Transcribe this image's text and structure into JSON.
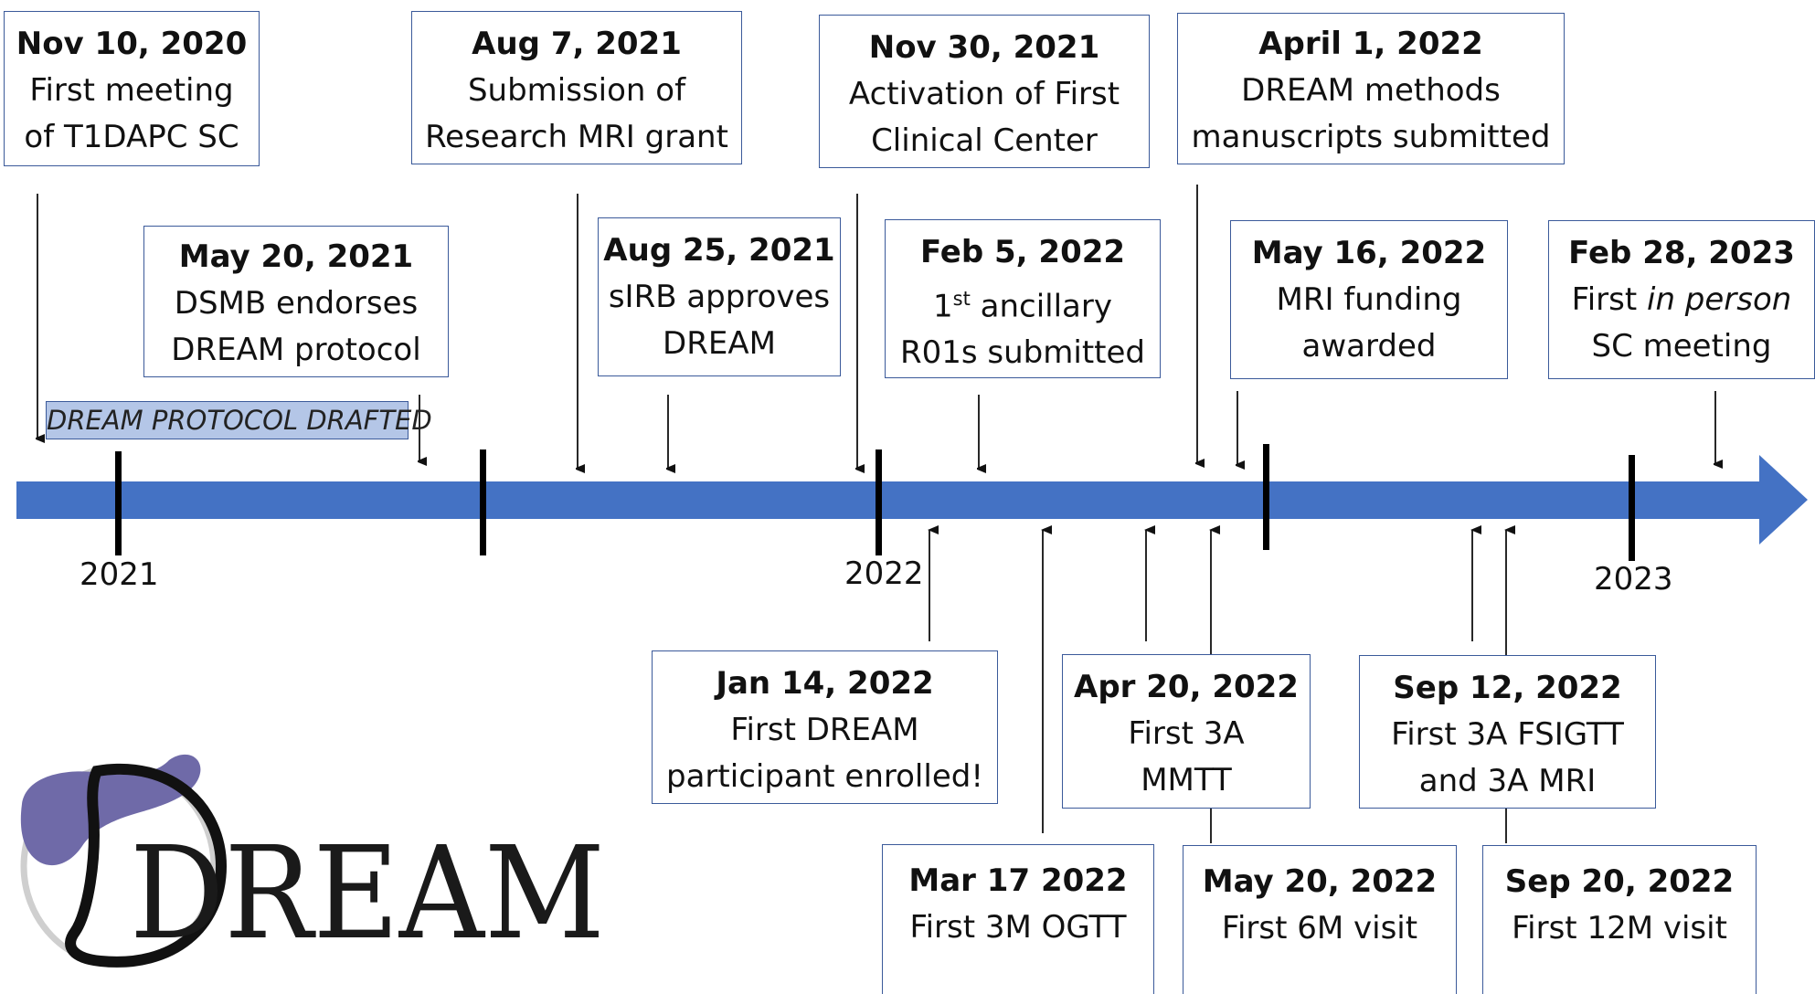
{
  "events": {
    "e1": {
      "date": "Nov 10, 2020",
      "line1": "First meeting",
      "line2": "of T1DAPC SC"
    },
    "e2": {
      "date": "Aug 7, 2021",
      "line1": "Submission of",
      "line2": "Research MRI grant"
    },
    "e3": {
      "date": "Nov 30, 2021",
      "line1": "Activation of First",
      "line2": "Clinical Center"
    },
    "e4": {
      "date": "April 1, 2022",
      "line1": "DREAM methods",
      "line2": "manuscripts submitted"
    },
    "e5": {
      "date": "May 20, 2021",
      "line1": "DSMB endorses",
      "line2": "DREAM protocol"
    },
    "e6": {
      "date": "Aug 25, 2021",
      "line1": "sIRB approves",
      "line2": "DREAM"
    },
    "e7": {
      "date": "Feb 5, 2022",
      "line1_num": "1",
      "line1_sup": "st",
      "line1_rest": " ancillary",
      "line2": "R01s submitted"
    },
    "e8": {
      "date": "May 16, 2022",
      "line1": "MRI funding",
      "line2": "awarded"
    },
    "e9": {
      "date": "Feb 28, 2023",
      "line1_pre": "First ",
      "line1_ital": "in person",
      "line2": "SC meeting"
    },
    "e10": {
      "date": "Jan 14, 2022",
      "line1": "First DREAM",
      "line2": "participant enrolled!"
    },
    "e11": {
      "date": "Apr 20, 2022",
      "line1": "First 3A",
      "line2": "MMTT"
    },
    "e12": {
      "date": "Sep 12, 2022",
      "line1": "First 3A FSIGTT",
      "line2": "and 3A MRI"
    },
    "e13": {
      "date": "Mar 17 2022",
      "line1": "First 3M OGTT"
    },
    "e14": {
      "date": "May 20, 2022",
      "line1": "First 6M visit"
    },
    "e15": {
      "date": "Sep 20, 2022",
      "line1": "First 12M visit"
    }
  },
  "years": {
    "y2021": "2021",
    "y2022": "2022",
    "y2023": "2023"
  },
  "drafted_label": "DREAM PROTOCOL DRAFTED",
  "logo_text": "DREAM",
  "colors": {
    "timeline": "#4472c4",
    "box_border": "#3b5a9a",
    "drafted_fill": "#b4c6e7",
    "logo_accent": "#6f6aa8"
  }
}
